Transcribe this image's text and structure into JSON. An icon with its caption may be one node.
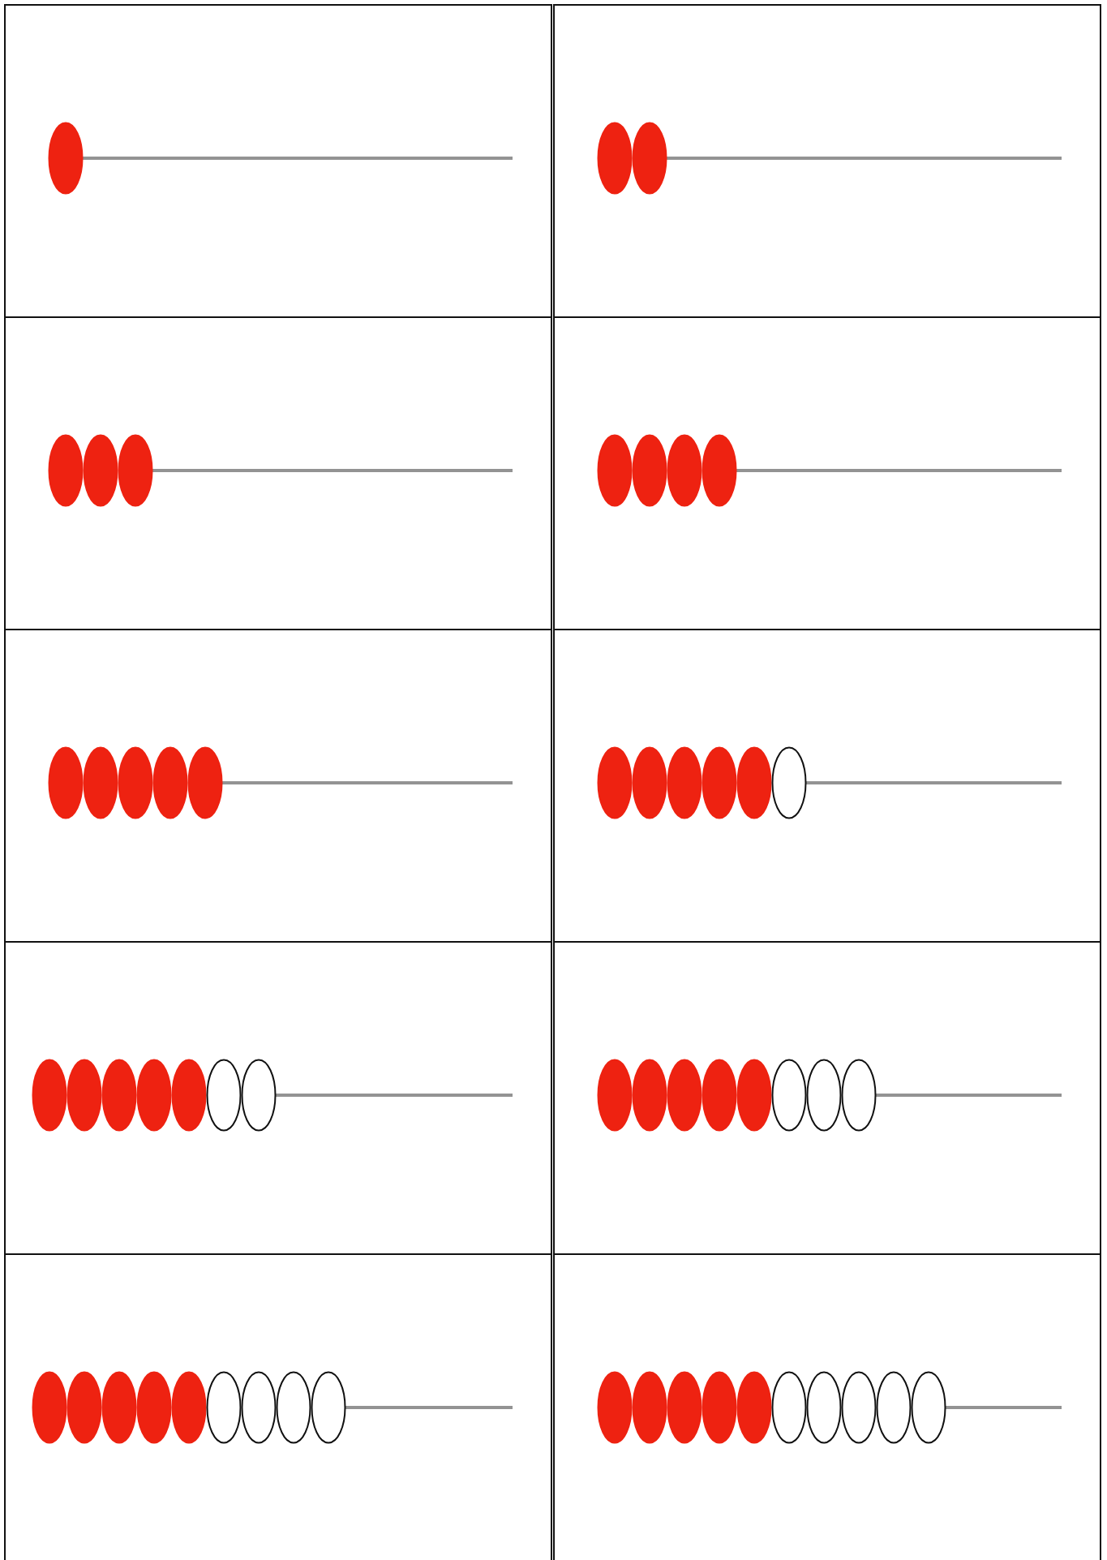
{
  "diagram": {
    "nodes": [
      {
        "text": [],
        "shape": "box"
      },
      {
        "text": [],
        "shape": "circle",
        "in": 0
      },
      {
        "text": [],
        "shape": "box"
      },
      {
        "text": [],
        "shape": "circle",
        "in": 2
      },
      {
        "text": [],
        "shape": "circle",
        "in": 2
      },
      {
        "text": [],
        "shape": "box"
      },
      {
        "text": [],
        "shape": "circle",
        "in": 5
      },
      {
        "text": [],
        "shape": "circle",
        "in": 5
      },
      {
        "text": [],
        "shape": "circle",
        "in": 5
      },
      {
        "text": [],
        "shape": "box"
      },
      {
        "text": [],
        "shape": "circle",
        "in": 9
      },
      {
        "text": [],
        "shape": "circle",
        "in": 9
      },
      {
        "text": [],
        "shape": "circle",
        "in": 9
      },
      {
        "text": [],
        "shape": "circle",
        "in": 9
      },
      {
        "text": [],
        "shape": "box"
      },
      {
        "text": [],
        "shape": "circle",
        "in": 14
      },
      {
        "text": [],
        "shape": "circle",
        "in": 14
      },
      {
        "text": [],
        "shape": "circle",
        "in": 14
      },
      {
        "text": [],
        "shape": "circle",
        "in": 14
      },
      {
        "text": [],
        "shape": "circle",
        "in": 14
      },
      {
        "text": [],
        "shape": "box"
      },
      {
        "text": [],
        "shape": "circle",
        "in": 20
      },
      {
        "text": [],
        "shape": "circle",
        "in": 20
      },
      {
        "text": [],
        "shape": "circle",
        "in": 20
      },
      {
        "text": [],
        "shape": "circle",
        "in": 20
      },
      {
        "text": [],
        "shape": "circle",
        "in": 20
      },
      {
        "text": [],
        "shape": "circle",
        "in": 20
      },
      {
        "text": [],
        "shape": "box"
      },
      {
        "text": [],
        "shape": "circle",
        "in": 27
      },
      {
        "text": [],
        "shape": "circle",
        "in": 27
      },
      {
        "text": [],
        "shape": "circle",
        "in": 27
      },
      {
        "text": [],
        "shape": "circle",
        "in": 27
      },
      {
        "text": [],
        "shape": "circle",
        "in": 27
      },
      {
        "text": [],
        "shape": "circle",
        "in": 27
      },
      {
        "text": [],
        "shape": "circle",
        "in": 27
      },
      {
        "text": [],
        "shape": "box"
      },
      {
        "text": [],
        "shape": "circle",
        "in": 35
      },
      {
        "text": [],
        "shape": "circle",
        "in": 35
      },
      {
        "text": [],
        "shape": "circle",
        "in": 35
      },
      {
        "text": [],
        "shape": "circle",
        "in": 35
      },
      {
        "text": [],
        "shape": "circle",
        "in": 35
      },
      {
        "text": [],
        "shape": "circle",
        "in": 35
      },
      {
        "text": [],
        "shape": "circle",
        "in": 35
      },
      {
        "text": [],
        "shape": "circle",
        "in": 35
      },
      {
        "text": [],
        "shape": "box"
      },
      {
        "text": [],
        "shape": "circle",
        "in": 44
      },
      {
        "text": [],
        "shape": "circle",
        "in": 44
      },
      {
        "text": [],
        "shape": "circle",
        "in": 44
      },
      {
        "text": [],
        "shape": "circle",
        "in": 44
      },
      {
        "text": [],
        "shape": "circle",
        "in": 44
      },
      {
        "text": [],
        "shape": "circle",
        "in": 44
      },
      {
        "text": [],
        "shape": "circle",
        "in": 44
      },
      {
        "text": [],
        "shape": "circle",
        "in": 44
      },
      {
        "text": [],
        "shape": "circle",
        "in": 44
      },
      {
        "text": [],
        "shape": "box"
      },
      {
        "text": [],
        "shape": "circle",
        "in": 54
      },
      {
        "text": [],
        "shape": "circle",
        "in": 54
      },
      {
        "text": [],
        "shape": "circle",
        "in": 54
      },
      {
        "text": [],
        "shape": "circle",
        "in": 54
      },
      {
        "text": [],
        "shape": "circle",
        "in": 54
      },
      {
        "text": [],
        "shape": "circle",
        "in": 54
      },
      {
        "text": [],
        "shape": "circle",
        "in": 54
      },
      {
        "text": [],
        "shape": "circle",
        "in": 54
      },
      {
        "text": [],
        "shape": "circle",
        "in": 54
      },
      {
        "text": [],
        "shape": "circle",
        "in": 54
      }
    ]
  }
}
